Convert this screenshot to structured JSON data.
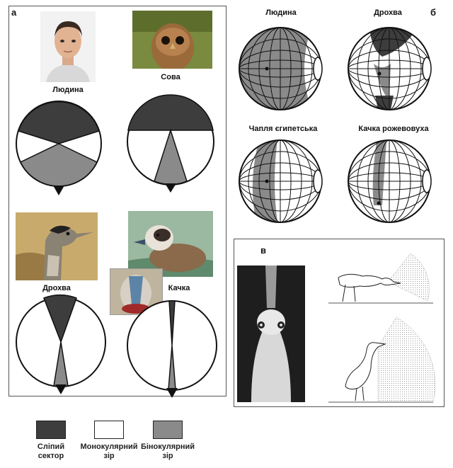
{
  "panel_a": {
    "letter": "а",
    "labels": {
      "human": "Людина",
      "owl": "Сова",
      "bustard": "Дрохва",
      "duck": "Качка"
    }
  },
  "panel_b": {
    "letter": "б",
    "labels": {
      "human": "Людина",
      "bustard": "Дрохва",
      "heron": "Чапля єгипетська",
      "duck": "Качка рожевовуха"
    }
  },
  "panel_c": {
    "letter": "в"
  },
  "legend": {
    "blind": {
      "line1": "Сліпий",
      "line2": "сектор",
      "color": "#3d3d3d"
    },
    "monocular": {
      "line1": "Монокулярний",
      "line2": "зір",
      "color": "#ffffff"
    },
    "binocular": {
      "line1": "Бінокулярний",
      "line2": "зір",
      "color": "#8a8a8a"
    }
  },
  "colors": {
    "blind": "#3d3d3d",
    "binocular": "#8a8a8a",
    "monocular": "#ffffff"
  }
}
